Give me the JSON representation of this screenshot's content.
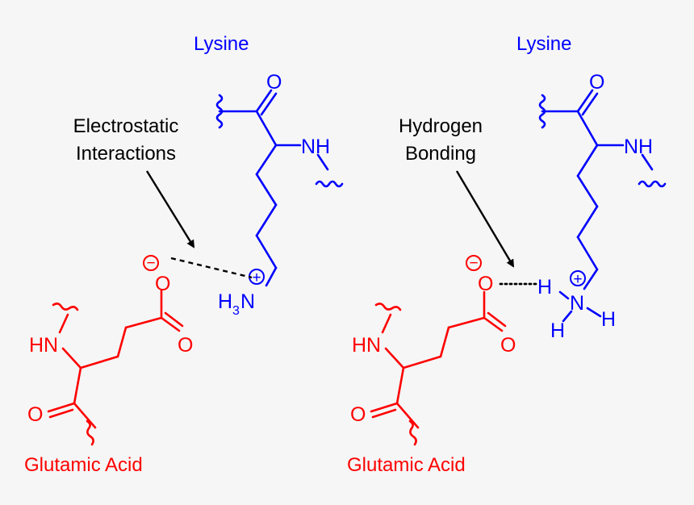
{
  "colors": {
    "background": "#f6f6f6",
    "lysine": "#0000ff",
    "glutamic_acid": "#ff0000",
    "annotation": "#000000"
  },
  "left_panel": {
    "lysine_label": "Lysine",
    "glutamic_label": "Glutamic Acid",
    "interaction_label_line1": "Electrostatic",
    "interaction_label_line2": "Interactions",
    "lys_carbonyl_O": "O",
    "lys_NH": "NH",
    "lys_amine_H3": "H",
    "lys_amine_sub3": "3",
    "lys_amine_N": "N",
    "lys_charge": "+",
    "glu_carboxylate_O_neg": "O",
    "glu_carboxylate_O": "O",
    "glu_charge": "−",
    "glu_HN": "HN",
    "glu_carbonyl_O": "O"
  },
  "right_panel": {
    "lysine_label": "Lysine",
    "glutamic_label": "Glutamic Acid",
    "interaction_label_line1": "Hydrogen",
    "interaction_label_line2": "Bonding",
    "lys_carbonyl_O": "O",
    "lys_NH": "NH",
    "lys_amine_N": "N",
    "lys_amine_H_top": "H",
    "lys_amine_H_left": "H",
    "lys_amine_H_right": "H",
    "lys_charge": "+",
    "glu_carboxylate_O_neg": "O",
    "glu_carboxylate_O": "O",
    "glu_charge": "−",
    "glu_HN": "HN",
    "glu_carbonyl_O": "O"
  }
}
